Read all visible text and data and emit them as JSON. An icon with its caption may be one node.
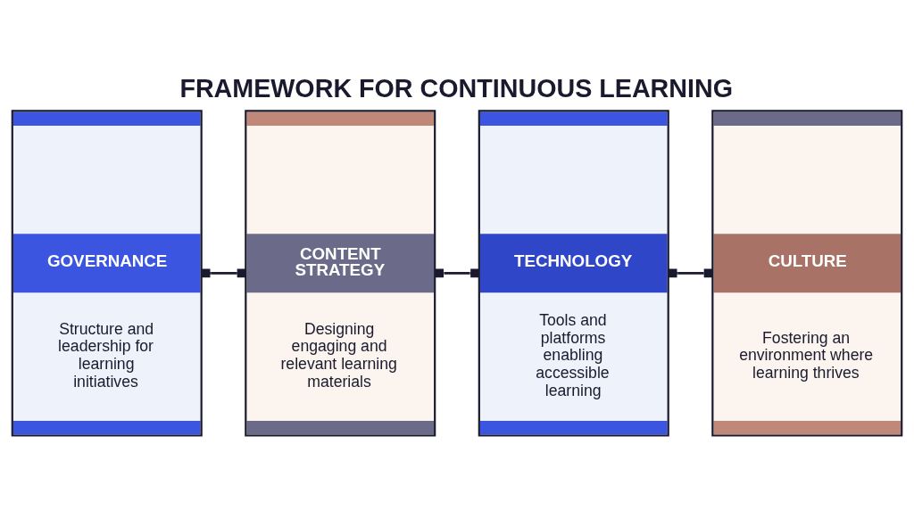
{
  "diagram": {
    "title": "FRAMEWORK FOR CONTINUOUS LEARNING",
    "nodes": [
      {
        "text": [
          "GOVERNANCE",
          "Structure and leadership for learning initiatives"
        ]
      },
      {
        "text": [
          "CONTENT STRATEGY",
          "Designing engaging and relevant learning materials"
        ]
      },
      {
        "text": [
          "TECHNOLOGY",
          "Tools and platforms enabling accessible learning"
        ]
      },
      {
        "text": [
          "CULTURE",
          "Fostering an environment where learning thrives"
        ]
      }
    ],
    "edges": [
      {
        "from": 0,
        "to": 1,
        "arrow": "other"
      },
      {
        "from": 1,
        "to": 2,
        "arrow": "other"
      },
      {
        "from": 2,
        "to": 3,
        "arrow": "other"
      }
    ]
  }
}
